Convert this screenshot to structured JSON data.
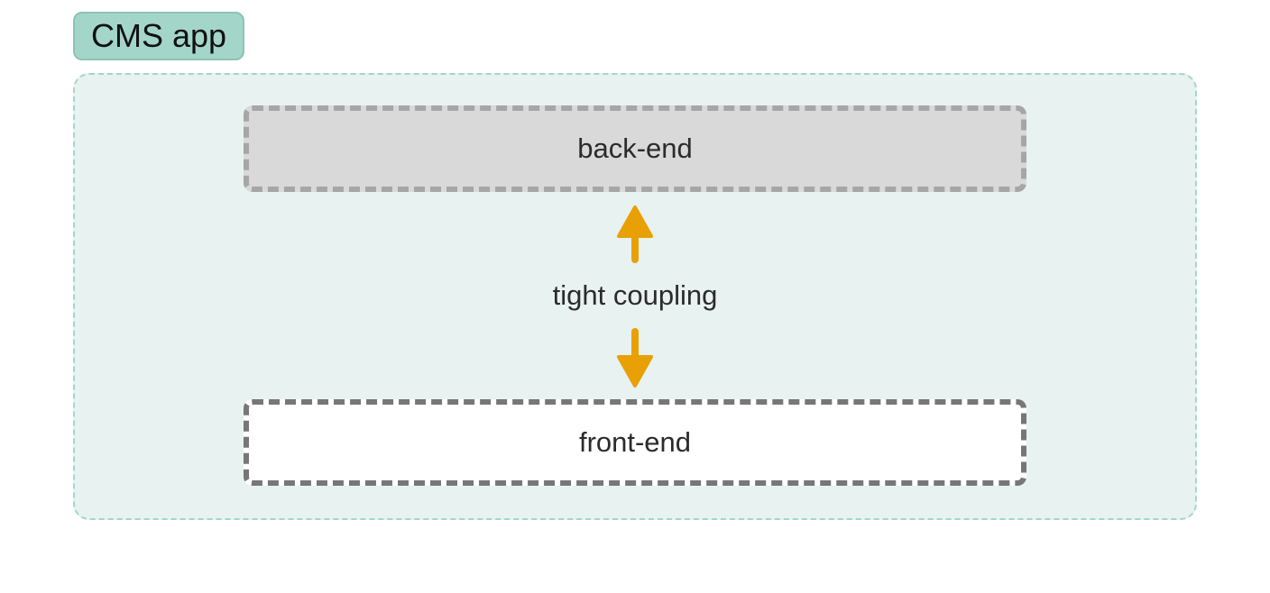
{
  "app_label": "CMS app",
  "backend_label": "back-end",
  "frontend_label": "front-end",
  "coupling_label": "tight coupling",
  "colors": {
    "app_fill": "#a3d6c9",
    "container_fill": "#e8f2f1",
    "backend_fill": "#d9d9d9",
    "frontend_fill": "#ffffff",
    "arrow": "#e8a005",
    "backend_border": "#a6a6a6",
    "frontend_border": "#777777"
  },
  "icons": {
    "up_arrow": "arrow-up-icon",
    "down_arrow": "arrow-down-icon"
  }
}
